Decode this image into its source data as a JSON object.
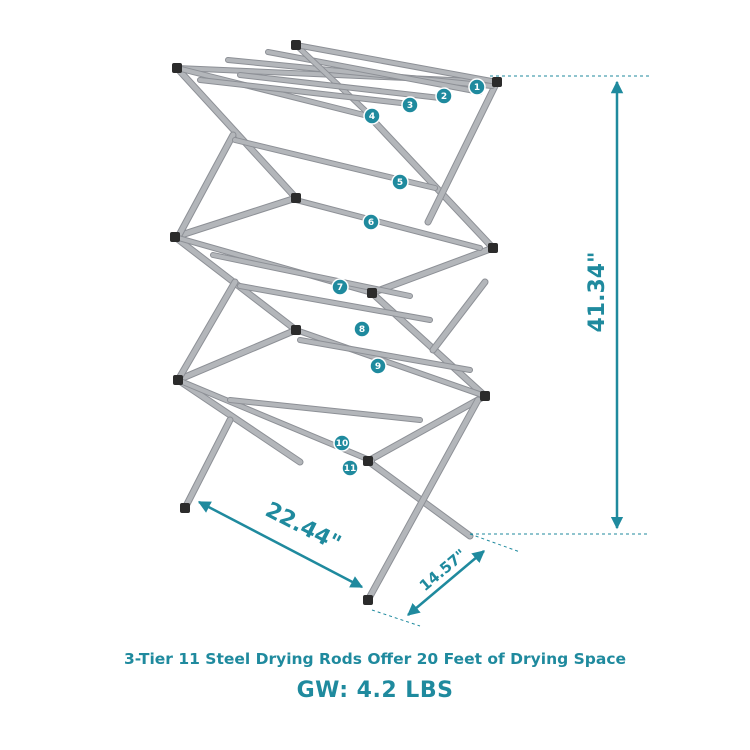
{
  "product": {
    "caption": "3-Tier 11 Steel Drying Rods Offer 20 Feet of Drying Space",
    "weight": "GW: 4.2 LBS"
  },
  "dimensions": {
    "height": "41.34\"",
    "width": "22.44\"",
    "depth": "14.57\""
  },
  "rod_labels": [
    "1",
    "2",
    "3",
    "4",
    "5",
    "6",
    "7",
    "8",
    "9",
    "10",
    "11"
  ],
  "colors": {
    "accent": "#1f8a9e",
    "frame": "#b3b6ba",
    "frame_edge": "#8d9096",
    "caps": "#2b2b2b"
  }
}
